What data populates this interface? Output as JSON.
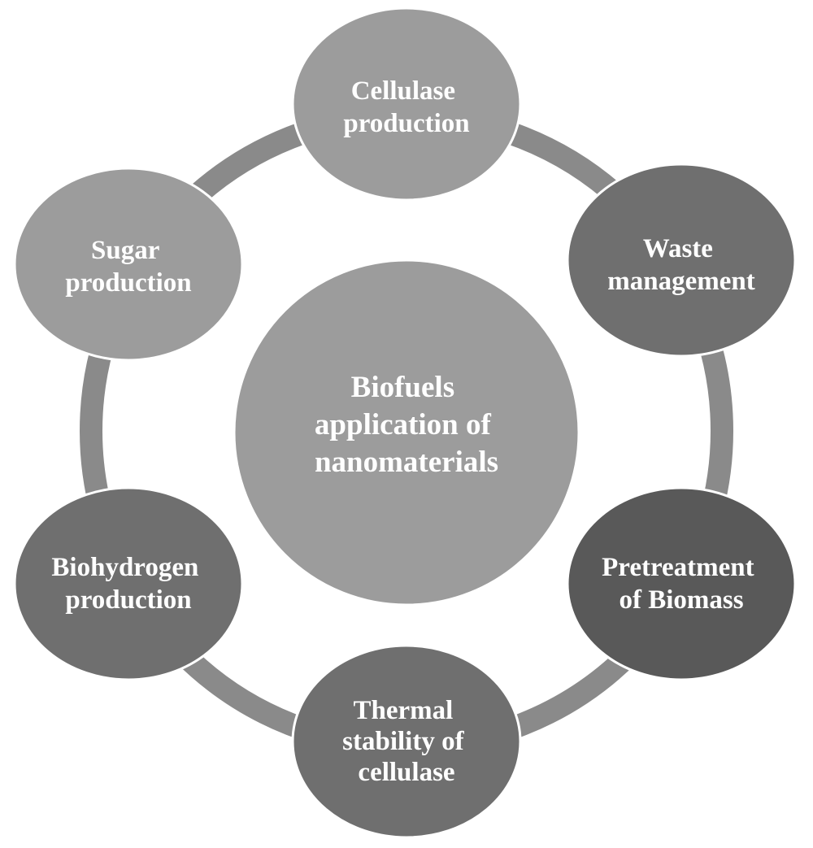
{
  "colors": {
    "ring": "#8a8a8a",
    "light_node": "#9c9c9c",
    "mid_node": "#6f6f6f",
    "dark_node": "#595959",
    "center": "#9c9c9c",
    "text": "#ffffff"
  },
  "center": {
    "lines": [
      "Biofuels",
      "application of",
      "nanomaterials"
    ]
  },
  "nodes": [
    {
      "id": "cellulase-production",
      "lines": [
        "Cellulase",
        "production"
      ],
      "shade": "light"
    },
    {
      "id": "waste-management",
      "lines": [
        "Waste",
        "management"
      ],
      "shade": "mid"
    },
    {
      "id": "pretreatment-of-biomass",
      "lines": [
        "Pretreatment",
        "of Biomass"
      ],
      "shade": "dark"
    },
    {
      "id": "thermal-stability-of-cellulase",
      "lines": [
        "Thermal",
        "stability of",
        "cellulase"
      ],
      "shade": "mid"
    },
    {
      "id": "biohydrogen-production",
      "lines": [
        "Biohydrogen",
        "production"
      ],
      "shade": "mid"
    },
    {
      "id": "sugar-production",
      "lines": [
        "Sugar",
        "production"
      ],
      "shade": "light"
    }
  ]
}
